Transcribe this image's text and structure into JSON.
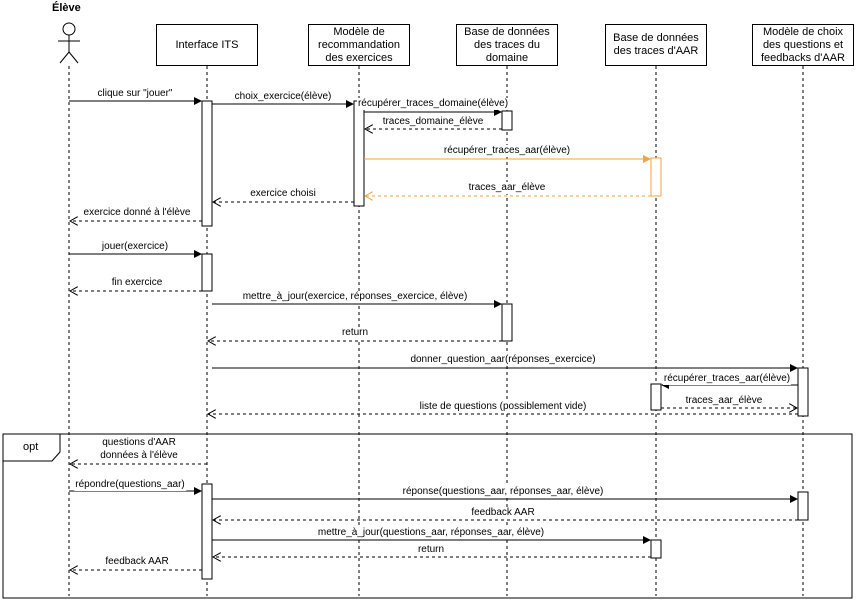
{
  "participants": {
    "eleve": "Élève",
    "its": "Interface ITS",
    "recommandation": [
      "Modèle de",
      "recommandation",
      "des exercices"
    ],
    "bd_domaine": [
      "Base de données",
      "des traces du",
      "domaine"
    ],
    "bd_aar": [
      "Base de données",
      "des traces d'AAR"
    ],
    "choix_questions": [
      "Modèle de choix",
      "des questions et",
      "feedbacks d'AAR"
    ]
  },
  "messages": {
    "m1": "clique sur \"jouer\"",
    "m2": "choix_exercice(élève)",
    "m3": "récupérer_traces_domaine(élève)",
    "m4": "traces_domaine_élève",
    "m5": "récupérer_traces_aar(élève)",
    "m6": "traces_aar_élève",
    "m7": "exercice choisi",
    "m8": "exercice donné à l'élève",
    "m9": "jouer(exercice)",
    "m10": "fin exercice",
    "m11": "mettre_à_jour(exercice, réponses_exercice, élève)",
    "m12": "return",
    "m13": "donner_question_aar(réponses_exercice)",
    "m14": "récupérer_traces_aar(élève)",
    "m15": "traces_aar_élève",
    "m16": "liste de questions (possiblement vide)",
    "m17": [
      "questions d'AAR",
      "données à l'élève"
    ],
    "m18": "répondre(questions_aar)",
    "m19": "réponse(questions_aar, réponses_aar, élève)",
    "m20": "feedback AAR",
    "m21": "mettre_à_jour(questions_aar, réponses_aar, élève)",
    "m22": "return",
    "m23": "feedback AAR"
  },
  "fragment": {
    "label": "opt"
  },
  "colors": {
    "highlight": "#f5a33b",
    "line": "#000000"
  }
}
